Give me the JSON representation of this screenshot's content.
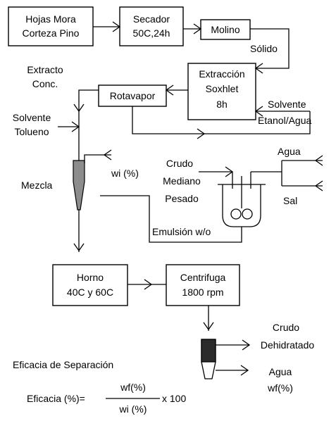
{
  "nodes": {
    "hojas": [
      "Hojas Mora",
      "Corteza Pino"
    ],
    "secador": [
      "Secador",
      "50C,24h"
    ],
    "molino": [
      "Molino"
    ],
    "extraccion": [
      "Extracción",
      "Soxhlet",
      "8h"
    ],
    "rotavapor": [
      "Rotavapor"
    ],
    "horno": [
      "Horno",
      "40C y 60C"
    ],
    "centrifuga": [
      "Centrifuga",
      "1800 rpm"
    ]
  },
  "labels": {
    "solido": "Sólido",
    "extracto": [
      "Extracto",
      "Conc."
    ],
    "solvente_etanol": [
      "Solvente",
      "Etanol/Agua"
    ],
    "solvente_tolueno": [
      "Solvente",
      "Tolueno"
    ],
    "mezcla": "Mezcla",
    "wi": "wi (%)",
    "crudo": [
      "Crudo",
      "Mediano",
      "Pesado"
    ],
    "agua_in": "Agua",
    "sal": "Sal",
    "emulsion": "Emulsión w/o",
    "crudo_dehidratado": [
      "Crudo",
      "Dehidratado"
    ],
    "agua_out": [
      "Agua",
      "wf(%)"
    ]
  },
  "formula": {
    "title": "Eficacia de Separación",
    "lhs": "Eficacia (%)=",
    "numerator": "wf(%)",
    "denominator": "wi (%)",
    "factor": "x 100"
  },
  "colors": {
    "line": "#000000",
    "cyclone_fill": "#8c8c8c",
    "sample_dark": "#2b2b2b"
  }
}
